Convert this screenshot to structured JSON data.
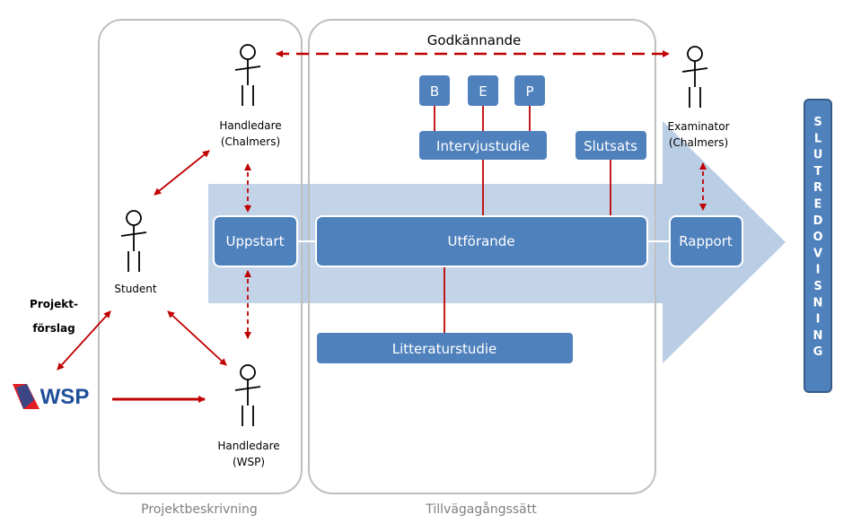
{
  "groups": {
    "left_label": "Projektbeskrivning",
    "right_label": "Tillvägagångssätt"
  },
  "approval_label": "Godkännande",
  "people": {
    "supervisor_chalmers": [
      "Handledare",
      "(Chalmers)"
    ],
    "student": "Student",
    "supervisor_wsp": [
      "Handledare",
      "(WSP)"
    ],
    "examiner": [
      "Examinator",
      "(Chalmers)"
    ]
  },
  "proposal_label": [
    "Projekt-",
    "förslag"
  ],
  "logo_text": "WSP",
  "boxes": {
    "b": "B",
    "e": "E",
    "p": "P",
    "interview": "Intervjustudie",
    "conclusion": "Slutsats",
    "startup": "Uppstart",
    "execution": "Utförande",
    "report": "Rapport",
    "literature": "Litteraturstudie"
  },
  "final_presentation": [
    "S",
    "L",
    "U",
    "T",
    "R",
    "E",
    "D",
    "O",
    "V",
    "I",
    "S",
    "N",
    "I",
    "N",
    "G"
  ],
  "colors": {
    "box_blue": "#4f81bd",
    "arrow_fill": "#b9cde5",
    "dash_red": "#c00000",
    "group_border": "#bfbfbf",
    "wsp_red": "#e31e24",
    "wsp_blue": "#1f4e99"
  }
}
